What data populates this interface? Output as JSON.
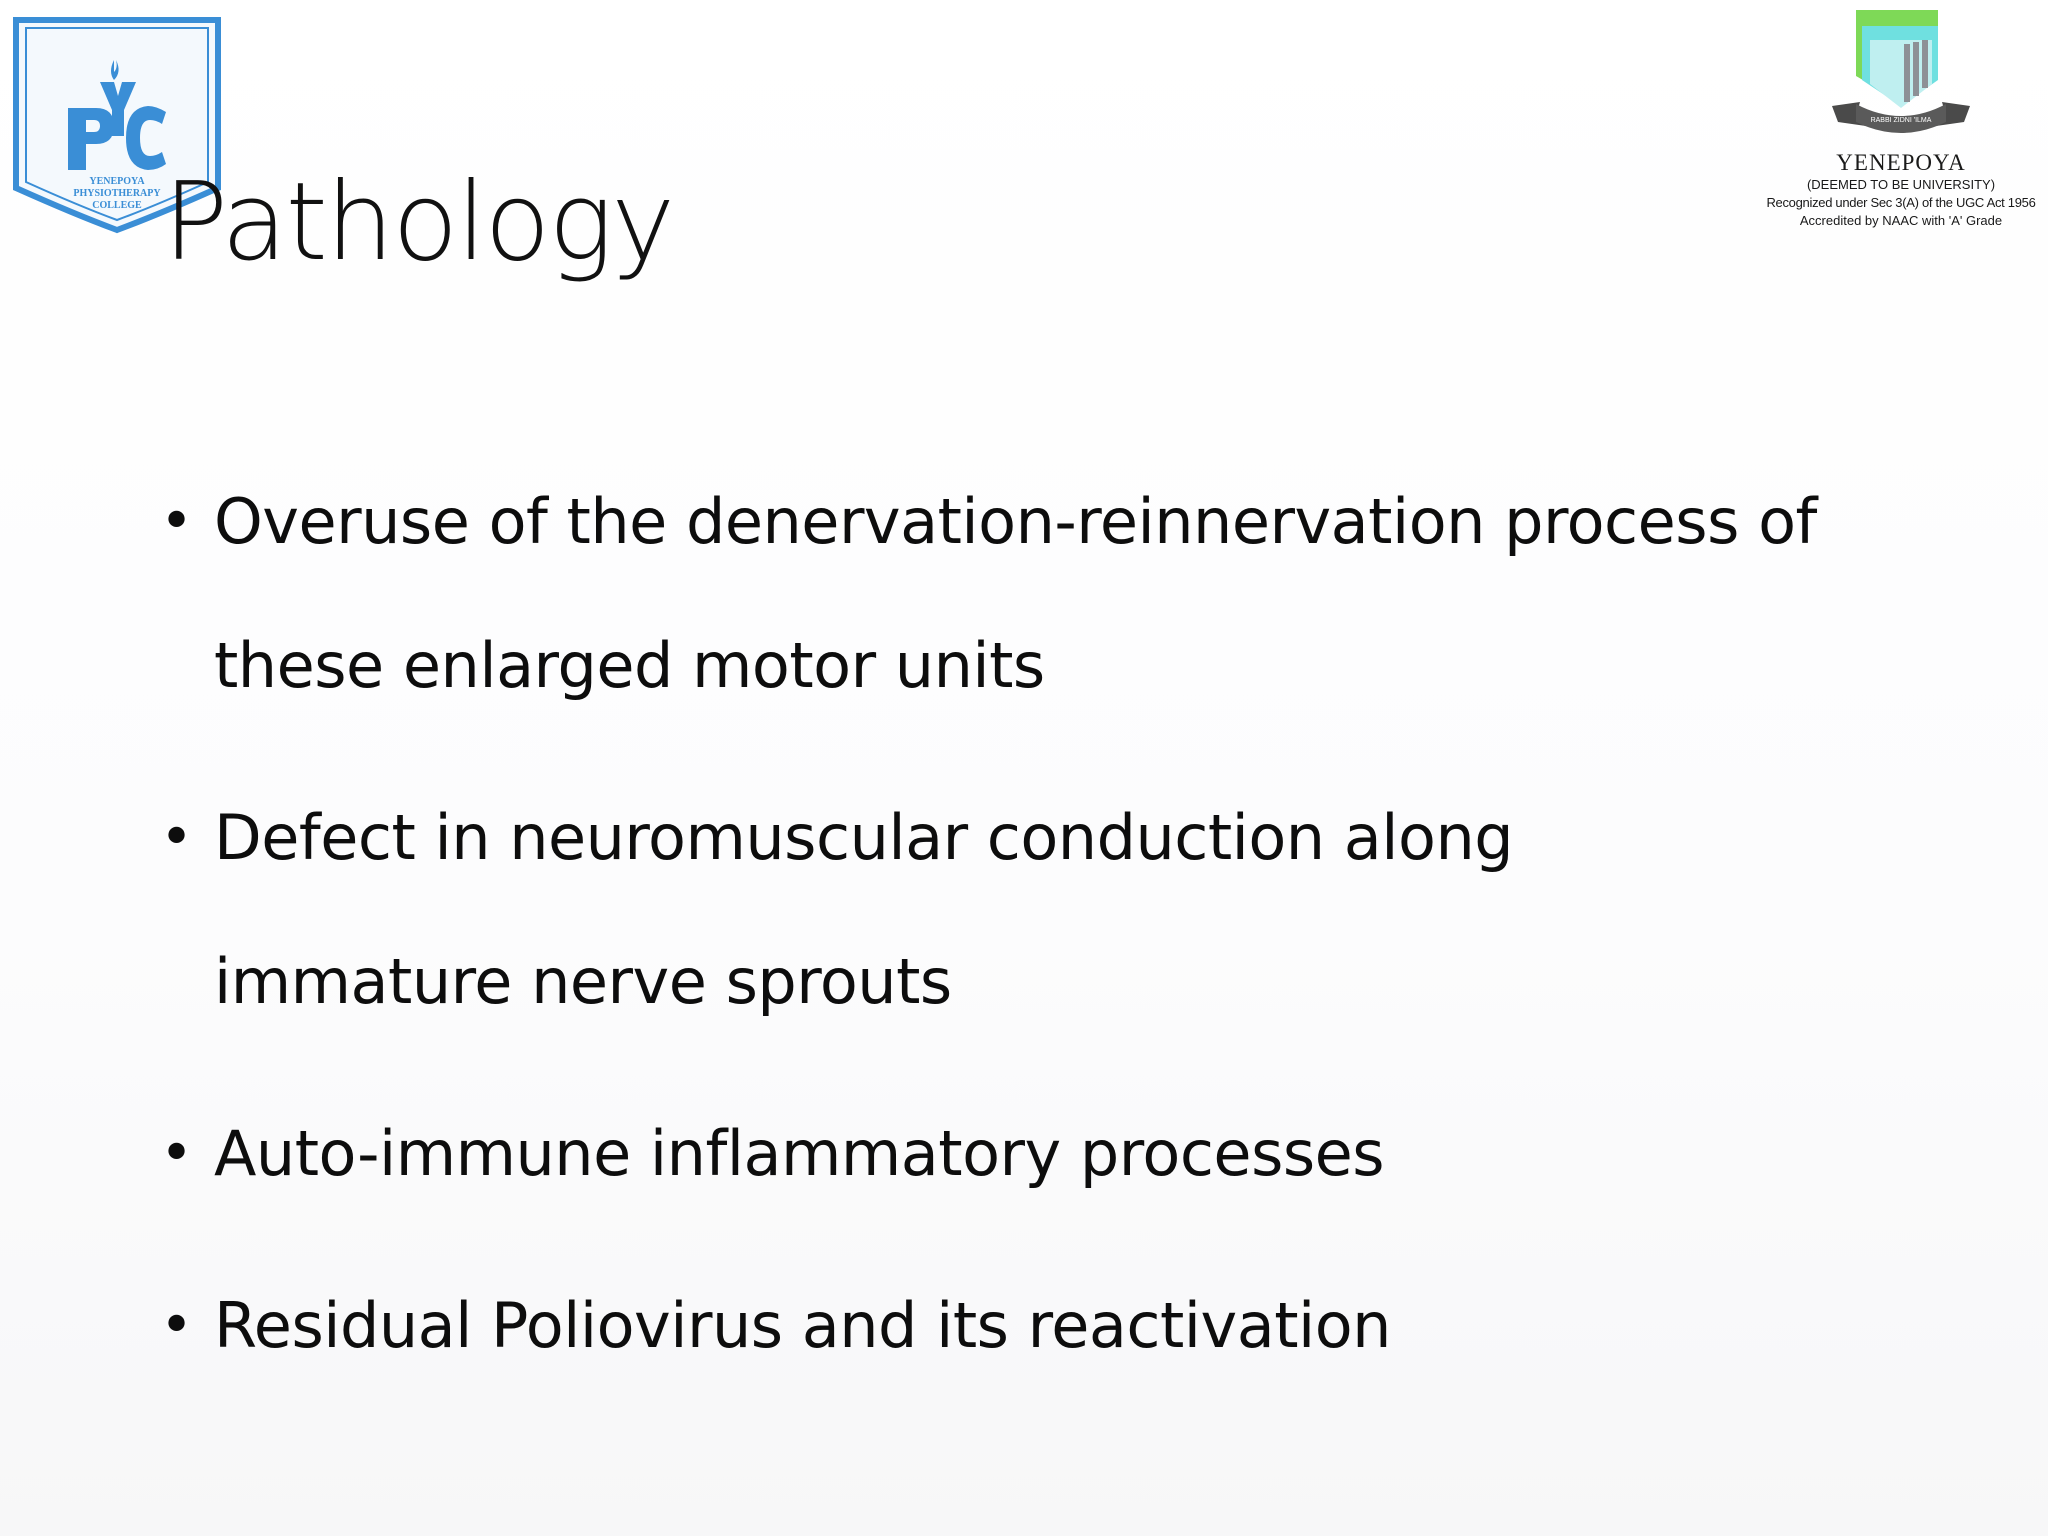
{
  "logos": {
    "left": {
      "icon": "college-crest-logo",
      "letters": "PYC",
      "lines": [
        "YENEPOYA",
        "PHYSIOTHERAPY",
        "COLLEGE"
      ]
    },
    "right": {
      "icon": "university-emblem-logo",
      "ribbon_text": "RABBI ZIDNI 'ILMA",
      "name": "YENEPOYA",
      "line1": "(DEEMED TO BE UNIVERSITY)",
      "line2": "Recognized under Sec 3(A) of the UGC Act 1956",
      "line3": "Accredited by NAAC with 'A' Grade"
    }
  },
  "slide": {
    "title": "Pathology",
    "bullets": [
      "Overuse of the denervation-reinnervation process of these enlarged motor units",
      "Defect in neuromuscular conduction along immature nerve sprouts",
      "Auto-immune inflammatory processes",
      "Residual Poliovirus and its reactivation"
    ]
  },
  "colors": {
    "crest_blue": "#3a8ed6",
    "emblem_green": "#7ed957",
    "emblem_cyan": "#6fe0e0",
    "text": "#0d0d0d"
  }
}
